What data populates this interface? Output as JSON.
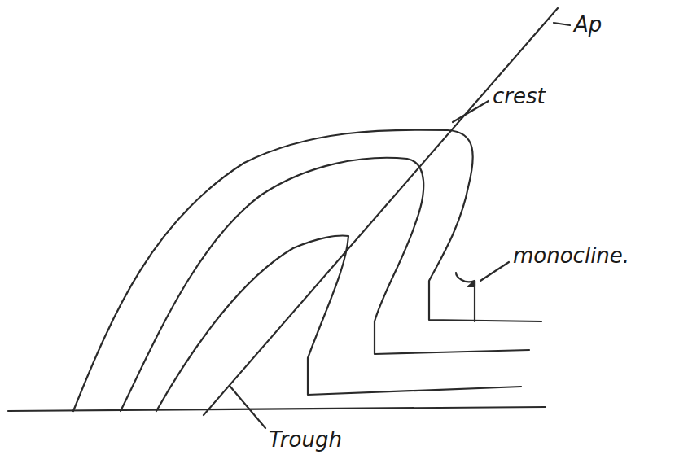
{
  "diagram": {
    "labels": [
      "Ap",
      "crest",
      "monocline.",
      "Trough"
    ]
  }
}
